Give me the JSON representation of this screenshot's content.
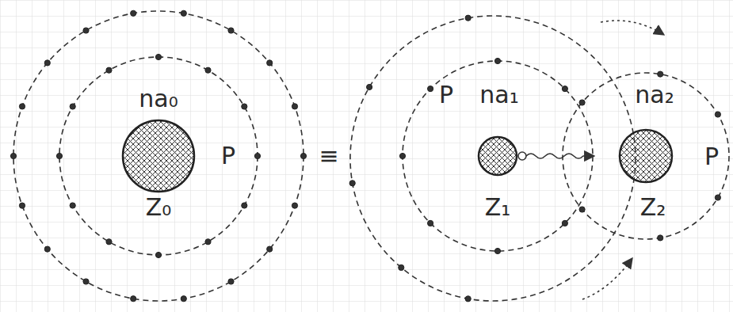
{
  "diagram": {
    "labels": [
      "na₀",
      "P",
      "Z₀",
      "≡",
      "P",
      "na₁",
      "na₂",
      "P",
      "Z₁",
      "Z₂"
    ]
  }
}
